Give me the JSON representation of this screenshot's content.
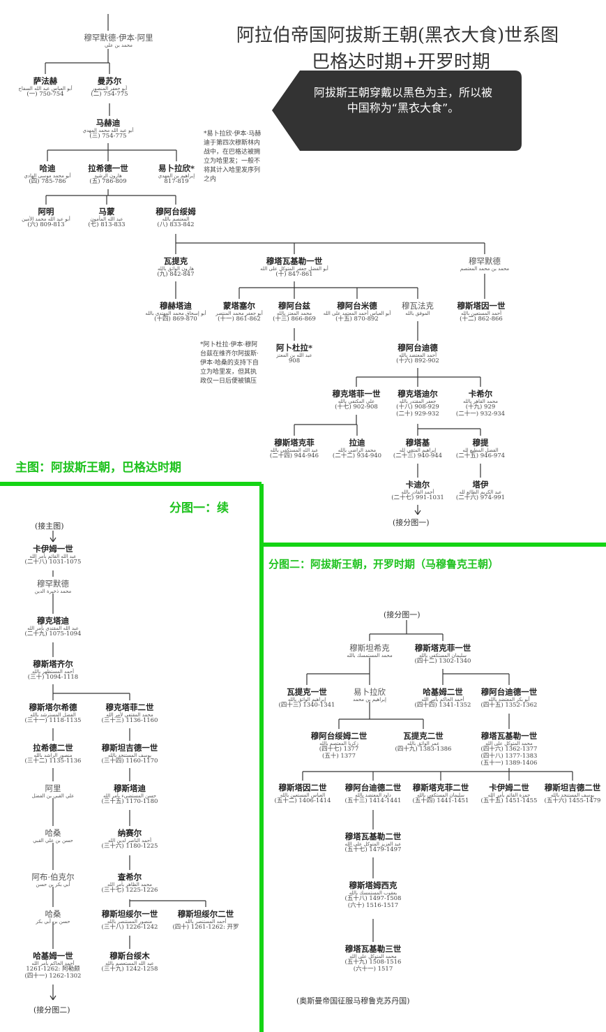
{
  "title": {
    "line1": "阿拉伯帝国阿拔斯王朝(黑衣大食)世系图",
    "line2": "巴格达时期+开罗时期"
  },
  "tooltip": "阿拔斯王朝穿戴以黑色为主，所以被中国称为“黑衣大食”。",
  "colors": {
    "accent_green": "#14d414",
    "tooltip_bg": "#333333"
  },
  "sections": {
    "main": "主图：阿拔斯王朝，巴格达时期",
    "sub1": "分图一：续",
    "sub2": "分图二：阿拔斯王朝，开罗时期（马穆鲁克王朝）"
  },
  "labels": {
    "to_sub1": "(接分图一)",
    "from_main": "(接主图)",
    "to_sub2": "(接分图二)",
    "from_sub1": "(接分图一)",
    "ottoman": "(奥斯曼帝国征服马穆鲁克苏丹国)"
  },
  "notes": {
    "ibrahim": "*易卜拉欣·伊本·马赫\n迪于第四次穆斯林内\n战中，在巴格达被拥\n立为哈里发；一般不\n将其计入哈里发序列\n之内",
    "abdallah": "*阿卜杜拉·伊本·穆阿\n台兹在维齐尔阿拔斯·\n伊本·哈桑的支持下自\n立为哈里发，但其执\n政仅一日后便被镇压"
  },
  "nodes": [
    {
      "id": "muhammad",
      "name": "穆罕默德·伊本·阿里",
      "ar": "محمد بن علي",
      "reign": "",
      "plain": true
    },
    {
      "id": "saffah",
      "name": "萨法赫",
      "ar": "أبو العباس عبد الله السفاح",
      "reign": "(一) 750-754"
    },
    {
      "id": "mansur",
      "name": "曼苏尔",
      "ar": "أبو جعفر المنصور",
      "reign": "(二) 754-775"
    },
    {
      "id": "mahdi",
      "name": "马赫迪",
      "ar": "أبو عبد الله محمد المهدي",
      "reign": "(三) 754-775"
    },
    {
      "id": "hadi",
      "name": "哈迪",
      "ar": "أبو محمد موسى الهادي",
      "reign": "(四) 785-786"
    },
    {
      "id": "rashid",
      "name": "拉希德一世",
      "ar": "هارون الرشيد",
      "reign": "(五) 786-809"
    },
    {
      "id": "ibrahim1",
      "name": "易卜拉欣*",
      "ar": "إبراهيم بن المهدي",
      "reign": "817-819"
    },
    {
      "id": "amin",
      "name": "阿明",
      "ar": "أبو عبد الله محمد الأمين",
      "reign": "(六) 809-813"
    },
    {
      "id": "mamun",
      "name": "马蒙",
      "ar": "عبد الله المأمون",
      "reign": "(七) 813-833"
    },
    {
      "id": "mutasim",
      "name": "穆阿台绥姆",
      "ar": "المعتصم بالله",
      "reign": "(八) 833-842"
    },
    {
      "id": "wathiq",
      "name": "瓦提克",
      "ar": "هارون الواثق بالله",
      "reign": "(九) 842-847"
    },
    {
      "id": "mutawakkil1",
      "name": "穆塔瓦基勒一世",
      "ar": "أبو الفضل جعفر المتوكل على الله",
      "reign": "(十) 847-861"
    },
    {
      "id": "muhammad2",
      "name": "穆罕默德",
      "ar": "محمد بن محمد المعتصم",
      "reign": "",
      "plain": true
    },
    {
      "id": "muhtadi",
      "name": "穆赫塔迪",
      "ar": "أبو إسحاق محمد المهتدي بالله",
      "reign": "(十四) 869-870"
    },
    {
      "id": "muntasir",
      "name": "蒙塔塞尔",
      "ar": "أبو جعفر محمد المنتصر",
      "reign": "(十一) 861-862"
    },
    {
      "id": "mutazz",
      "name": "穆阿台兹",
      "ar": "محمد المعتز بالله",
      "reign": "(十三) 866-869"
    },
    {
      "id": "mutamid",
      "name": "穆阿台米德",
      "ar": "أبو العباس أحمد المعتمد على الله",
      "reign": "(十五) 870-892"
    },
    {
      "id": "muwaffaq",
      "name": "穆瓦法克",
      "ar": "الموفق بالله",
      "reign": "",
      "plain": true
    },
    {
      "id": "mustain1",
      "name": "穆斯塔因一世",
      "ar": "أحمد المستعين بالله",
      "reign": "(十二) 862-866"
    },
    {
      "id": "abdallah",
      "name": "阿卜杜拉*",
      "ar": "عبد الله بن المعتز",
      "reign": "908"
    },
    {
      "id": "mutadid",
      "name": "穆阿台迪德",
      "ar": "أحمد المعتضد بالله",
      "reign": "(十六) 892-902"
    },
    {
      "id": "muktafi1",
      "name": "穆克塔菲一世",
      "ar": "علي المكتفي بالله",
      "reign": "(十七) 902-908"
    },
    {
      "id": "muqtadir",
      "name": "穆克塔迪尔",
      "ar": "جعفر المقتدر بالله",
      "reign": "(十八) 908-929\n(二十) 929-932"
    },
    {
      "id": "qahir",
      "name": "卡希尔",
      "ar": "محمد القاهر بالله",
      "reign": "(十九) 929\n(二十一) 932-934"
    },
    {
      "id": "mustakfi",
      "name": "穆斯塔克菲",
      "ar": "عبد الله المستكفي بالله",
      "reign": "(二十四) 944-946"
    },
    {
      "id": "radi",
      "name": "拉迪",
      "ar": "محمد الراضي بالله",
      "reign": "(二十二) 934-940"
    },
    {
      "id": "muttaqi",
      "name": "穆塔基",
      "ar": "إبراهيم المتقي لله",
      "reign": "(二十三) 940-944"
    },
    {
      "id": "muti",
      "name": "穆提",
      "ar": "الفضل المطيع لله",
      "reign": "(二十五) 946-974"
    },
    {
      "id": "qadir",
      "name": "卡迪尔",
      "ar": "أحمد القادر بالله",
      "reign": "(二十七) 991-1031"
    },
    {
      "id": "tai",
      "name": "塔伊",
      "ar": "عبد الكريم الطائع لله",
      "reign": "(二十六) 974-991"
    },
    {
      "id": "qaim1",
      "name": "卡伊姆一世",
      "ar": "عبد الله القائم بأمر الله",
      "reign": "(二十八) 1031-1075"
    },
    {
      "id": "muhammad3",
      "name": "穆罕默德",
      "ar": "محمد ذخيرة الدين",
      "reign": "",
      "plain": true
    },
    {
      "id": "muqtadi",
      "name": "穆克塔迪",
      "ar": "عبد الله المقتدي بأمر الله",
      "reign": "(二十九) 1075-1094"
    },
    {
      "id": "mustazhir",
      "name": "穆斯塔齐尔",
      "ar": "أحمد المستظهر بالله",
      "reign": "(三十) 1094-1118"
    },
    {
      "id": "mustarshid",
      "name": "穆斯塔尔希德",
      "ar": "الفضل المسترشد بالله",
      "reign": "(三十一) 1118-1135"
    },
    {
      "id": "muktafi2",
      "name": "穆克塔菲二世",
      "ar": "محمد المقتفي لأمر الله",
      "reign": "(三十三) 1136-1160"
    },
    {
      "id": "rashid2",
      "name": "拉希德二世",
      "ar": "منصور الراشد بالله",
      "reign": "(三十二) 1135-1136"
    },
    {
      "id": "mustanjid1",
      "name": "穆斯坦吉德一世",
      "ar": "يوسف المستنجد بالله",
      "reign": "(三十四) 1160-1170"
    },
    {
      "id": "ali",
      "name": "阿里",
      "ar": "علي القبي بن الفضل",
      "reign": "",
      "plain": true
    },
    {
      "id": "mustadi",
      "name": "穆斯塔迪",
      "ar": "حسن المستضيء بأمر الله",
      "reign": "(三十五) 1170-1180"
    },
    {
      "id": "hasan1",
      "name": "哈桑",
      "ar": "حسن بن علي القبي",
      "reign": "",
      "plain": true
    },
    {
      "id": "nasir",
      "name": "纳赛尔",
      "ar": "أحمد الناصر لدين الله",
      "reign": "(三十六) 1180-1225"
    },
    {
      "id": "abubakr",
      "name": "阿布·伯克尔",
      "ar": "أبي بكر بن حسن",
      "reign": "",
      "plain": true
    },
    {
      "id": "zahir",
      "name": "查希尔",
      "ar": "محمد الظاهر بأمر الله",
      "reign": "(三十七) 1225-1226"
    },
    {
      "id": "hasan2",
      "name": "哈桑",
      "ar": "حسن بن أبي بكر",
      "reign": "",
      "plain": true
    },
    {
      "id": "mustansir1",
      "name": "穆斯坦绥尔一世",
      "ar": "منصور المستنصر بالله",
      "reign": "(三十八) 1226-1242"
    },
    {
      "id": "mustansir2",
      "name": "穆斯坦绥尔二世",
      "ar": "أحمد المستنصر بالله",
      "reign": "(四十) 1261-1262: 开罗"
    },
    {
      "id": "hakim1",
      "name": "哈基姆一世",
      "ar": "أحمد الحاكم بأمر الله",
      "reign": "1261-1262: 阿勒颇\n(四十一) 1262-1302"
    },
    {
      "id": "mustasim",
      "name": "穆斯台绥木",
      "ar": "عبد الله المستعصم بالله",
      "reign": "(三十九) 1242-1258"
    },
    {
      "id": "mustamsik",
      "name": "穆斯坦希克",
      "ar": "محمد المستمسك بالله",
      "reign": "",
      "plain": true
    },
    {
      "id": "mustakfi1",
      "name": "穆斯塔克菲一世",
      "ar": "سليمان المستكفي بالله",
      "reign": "(四十二) 1302-1340"
    },
    {
      "id": "wathiq1",
      "name": "瓦提克一世",
      "ar": "إبراهيم الواثق بالله",
      "reign": "(四十三) 1340-1341"
    },
    {
      "id": "ibrahim2",
      "name": "易卜拉欣",
      "ar": "إبراهيم بن محمد",
      "reign": "",
      "plain": true
    },
    {
      "id": "hakim2",
      "name": "哈基姆二世",
      "ar": "أحمد الحاكم بأمر الله",
      "reign": "(四十四) 1341-1352"
    },
    {
      "id": "mutadid1",
      "name": "穆阿台迪德一世",
      "ar": "أبو بكر المعتضد بالله",
      "reign": "(四十五) 1352-1362"
    },
    {
      "id": "mutasim2",
      "name": "穆阿台绥姆二世",
      "ar": "زكريا المعتصم بالله",
      "reign": "(四十七) 1377\n(五十) 1377"
    },
    {
      "id": "wathiq2",
      "name": "瓦提克二世",
      "ar": "عمر الواثق بالله",
      "reign": "(四十九) 1383-1386"
    },
    {
      "id": "mutawakkil1b",
      "name": "穆塔瓦基勒一世",
      "ar": "محمد المتوكل على الله",
      "reign": "(四十六) 1362-1377\n(四十八) 1377-1383\n(五十一) 1389-1406"
    },
    {
      "id": "mustain2",
      "name": "穆斯塔因二世",
      "ar": "العباس المستعين بالله",
      "reign": "(五十二) 1406-1414"
    },
    {
      "id": "mutadid2",
      "name": "穆阿台迪德二世",
      "ar": "داود المعتضد بالله",
      "reign": "(五十三) 1414-1441"
    },
    {
      "id": "mustakfi2",
      "name": "穆斯塔克菲二世",
      "ar": "سليمان المستكفي بالله",
      "reign": "(五十四) 1441-1451"
    },
    {
      "id": "qaim2",
      "name": "卡伊姆二世",
      "ar": "حمزة القائم بأمر الله",
      "reign": "(五十五) 1451-1455"
    },
    {
      "id": "mustanjid2",
      "name": "穆斯坦吉德二世",
      "ar": "يوسف المستنجد بالله",
      "reign": "(五十六) 1455-1479"
    },
    {
      "id": "mutawakkil2",
      "name": "穆塔瓦基勒二世",
      "ar": "عبد العزيز المتوكل على الله",
      "reign": "(五十七) 1479-1497"
    },
    {
      "id": "mustamsik2",
      "name": "穆斯塔姆西克",
      "ar": "يعقوب المستمسك بالله",
      "reign": "(五十八) 1497-1508\n(六十) 1516-1517"
    },
    {
      "id": "mutawakkil3",
      "name": "穆塔瓦基勒三世",
      "ar": "محمد المتوكل على الله",
      "reign": "(五十九) 1508-1516\n(六十一) 1517"
    }
  ]
}
